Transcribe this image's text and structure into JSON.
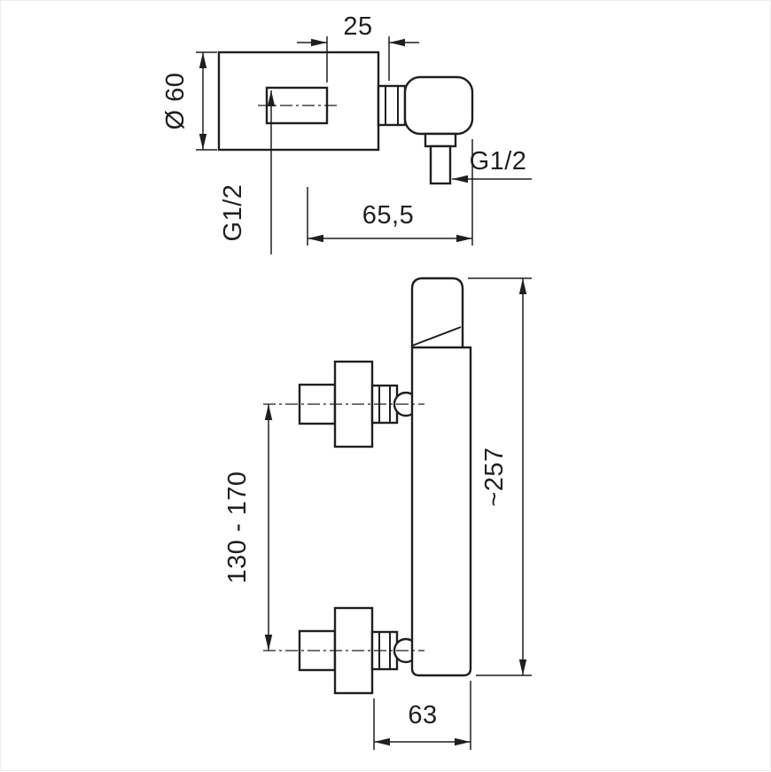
{
  "drawing": {
    "description": "Technical dimension drawing of a wall-mounted shower mixer tap: side view (top) and front view (bottom)",
    "colors": {
      "line": "#1f1f1f",
      "background": "#ffffff"
    }
  },
  "labels": {
    "top_width": "25",
    "diameter": "Ø 60",
    "thread_inlet": "G1/2",
    "thread_outlet": "G1/2",
    "depth_side": "65,5",
    "inlet_spacing": "130 - 170",
    "overall_height": "~257",
    "depth_front": "63"
  }
}
